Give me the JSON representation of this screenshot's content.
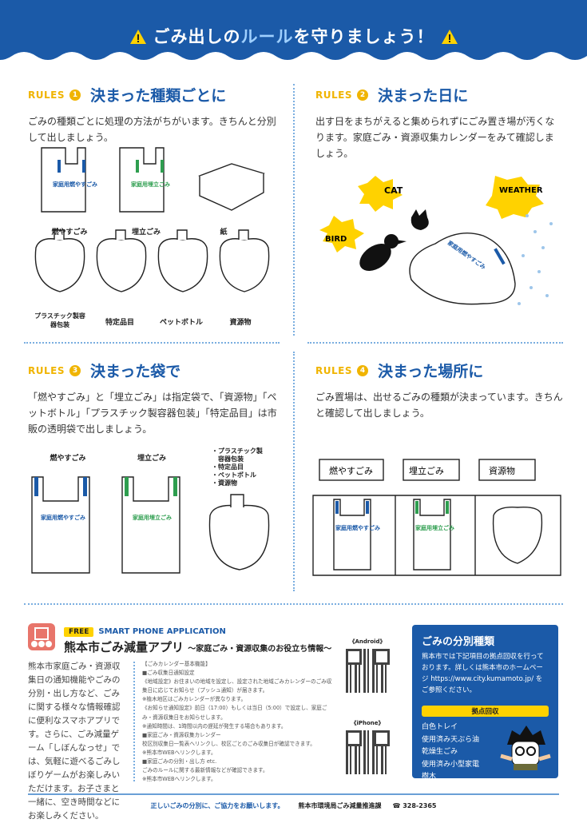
{
  "header": {
    "title_pre": "ごみ出しの",
    "title_hl": "ルール",
    "title_post": "を守りましょう！"
  },
  "rules": [
    {
      "tag": "RULES",
      "num": "1",
      "title": "決まった種類ごとに",
      "text": "ごみの種類ごとに処理の方法がちがいます。きちんと分別して出しましょう。",
      "labels": [
        "燃やすごみ",
        "埋立ごみ",
        "紙",
        "プラスチック製容器包装",
        "特定品目",
        "ペットボトル",
        "資源物"
      ],
      "bag_labels": [
        "家庭用燃やすごみ",
        "家庭用埋立ごみ"
      ]
    },
    {
      "tag": "RULES",
      "num": "2",
      "title": "決まった日に",
      "text": "出す日をまちがえると集められずにごみ置き場が汚くなります。家庭ごみ・資源収集カレンダーをみて確認しましょう。",
      "bubbles": [
        "CAT",
        "WEATHER",
        "BIRD"
      ],
      "bag_label": "家庭用燃やすごみ"
    },
    {
      "tag": "RULES",
      "num": "3",
      "title": "決まった袋で",
      "text": "「燃やすごみ」と「埋立ごみ」は指定袋で、「資源物」「ペットボトル」「プラスチック製容器包装」「特定品目」は市販の透明袋で出しましょう。",
      "labels": [
        "燃やすごみ",
        "埋立ごみ"
      ],
      "bag_labels": [
        "家庭用燃やすごみ",
        "家庭用埋立ごみ"
      ],
      "clear_list": [
        "・プラスチック製",
        "　容器包装",
        "・特定品目",
        "・ペットボトル",
        "・資源物"
      ]
    },
    {
      "tag": "RULES",
      "num": "4",
      "title": "決まった場所に",
      "text": "ごみ置場は、出せるごみの種類が決まっています。きちんと確認して出しましょう。",
      "signs": [
        "燃やすごみ",
        "埋立ごみ",
        "資源物"
      ],
      "bag_labels": [
        "家庭用燃やすごみ",
        "家庭用埋立ごみ"
      ]
    }
  ],
  "app": {
    "free": "FREE",
    "subtitle": "SMART PHONE APPLICATION",
    "title": "熊本市ごみ減量アプリ",
    "title_sub": "〜家庭ごみ・資源収集のお役立ち情報〜",
    "intro": "熊本市家庭ごみ・資源収集日の通知機能やごみの分別・出し方など、ごみに関する様々な情報確認に便利なスマホアプリです。さらに、ごみ減量ゲーム「しぼんなっせ」では、気軽に遊べるごみしぼりゲームがお楽しみいただけます。お子さまと一緒に、空き時間などにお楽しみください。",
    "details": [
      "【ごみカレンダー基本機能】",
      "■ごみ収集日通知設定",
      "《地域設定》お住まいの地域を設定し、設定された地域ごみカレンダーのごみ収集日に応じてお知らせ（プッシュ通知）が届きます。",
      "※植木地区はごみカレンダーが異なります。",
      "《お知らせ通知設定》前日（17:00）もしくは当日（5:00）で設定し、家庭ごみ・資源収集日をお知らせします。",
      "※通知時間は、1時間以内の遅延が発生する場合もあります。",
      "■家庭ごみ・資源収集カレンダー",
      "校区別収集日一覧表へリンクし、校区ごとのごみ収集日が確認できます。",
      "※熊本市WEBへリンクします。",
      "■家庭ごみの分別・出し方 etc.",
      "ごみのルールに関する最新情報などが確認できます。",
      "※熊本市WEBへリンクします。"
    ],
    "android": "《Android》",
    "iphone": "《iPhone》"
  },
  "info_box": {
    "title": "ごみの分別種類",
    "text": "熊本市では下記項目の拠点回収を行っております。詳しくは熊本市のホームページ https://www.city.kumamoto.jp/ をご参照ください。",
    "bar": "拠点回収",
    "items": [
      "白色トレイ",
      "使用済み天ぷら油",
      "乾燥生ごみ",
      "使用済み小型家電",
      "樹木"
    ]
  },
  "footer": {
    "message": "正しいごみの分別に、ご協力をお願いします。",
    "dept": "熊本市環境局ごみ減量推進課",
    "phone": "☎ 328-2365"
  },
  "colors": {
    "blue": "#1b5aa8",
    "yellow": "#f0b400",
    "green": "#2e9e4f"
  }
}
